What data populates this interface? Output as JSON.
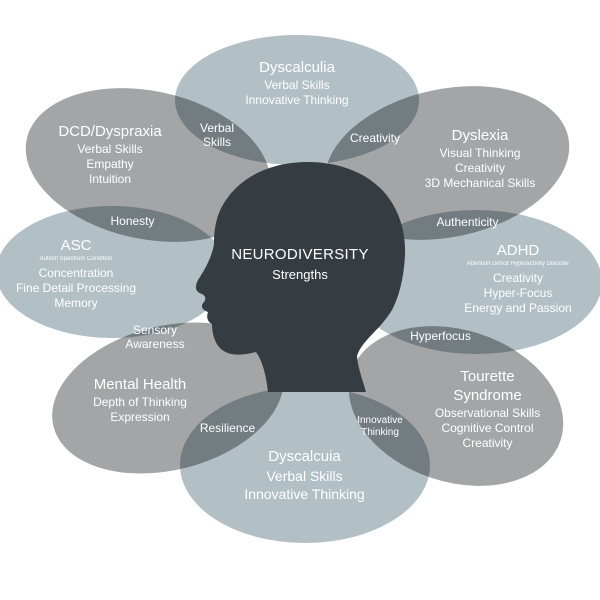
{
  "colors": {
    "petal_blue": "#b2c0c6",
    "petal_gray": "#a3a5a6",
    "head": "#353c42",
    "text": "#ffffff"
  },
  "center": {
    "title": "NEURODIVERSITY",
    "subtitle": "Strengths"
  },
  "petals": [
    {
      "key": "top",
      "title": "Dyscalculia",
      "items": [
        "Verbal Skills",
        "Innovative Thinking"
      ]
    },
    {
      "key": "upper_left",
      "title": "DCD/Dyspraxia",
      "items": [
        "Verbal Skills",
        "Empathy",
        "Intuition"
      ]
    },
    {
      "key": "upper_right",
      "title": "Dyslexia",
      "items": [
        "Visual Thinking",
        "Creativity",
        "3D Mechanical Skills"
      ]
    },
    {
      "key": "left",
      "title": "ASC",
      "subtitle": "Autism Spectrum Condition",
      "items": [
        "Concentration",
        "Fine Detail Processing",
        "Memory"
      ]
    },
    {
      "key": "right",
      "title": "ADHD",
      "subtitle": "Attention Deficit Hyperactivity Disorder",
      "items": [
        "Creativity",
        "Hyper-Focus",
        "Energy and Passion"
      ]
    },
    {
      "key": "lower_left",
      "title": "Mental Health",
      "items": [
        "Depth of Thinking",
        "Expression"
      ]
    },
    {
      "key": "lower_right",
      "title_lines": [
        "Tourette",
        "Syndrome"
      ],
      "items": [
        "Observational Skills",
        "Cognitive Control",
        "Creativity"
      ]
    },
    {
      "key": "bottom",
      "title": "Dyscalcuia",
      "items": [
        "Verbal Skills",
        "Innovative Thinking"
      ]
    }
  ],
  "overlaps": {
    "verbal_skills": [
      "Verbal",
      "Skills"
    ],
    "creativity": "Creativity",
    "honesty": "Honesty",
    "authenticity": "Authenticity",
    "sensory_awareness": [
      "Sensory",
      "Awareness"
    ],
    "hyperfocus": "Hyperfocus",
    "resilience": "Resilience",
    "innovative_thinking": [
      "Innovative",
      "Thinking"
    ]
  }
}
